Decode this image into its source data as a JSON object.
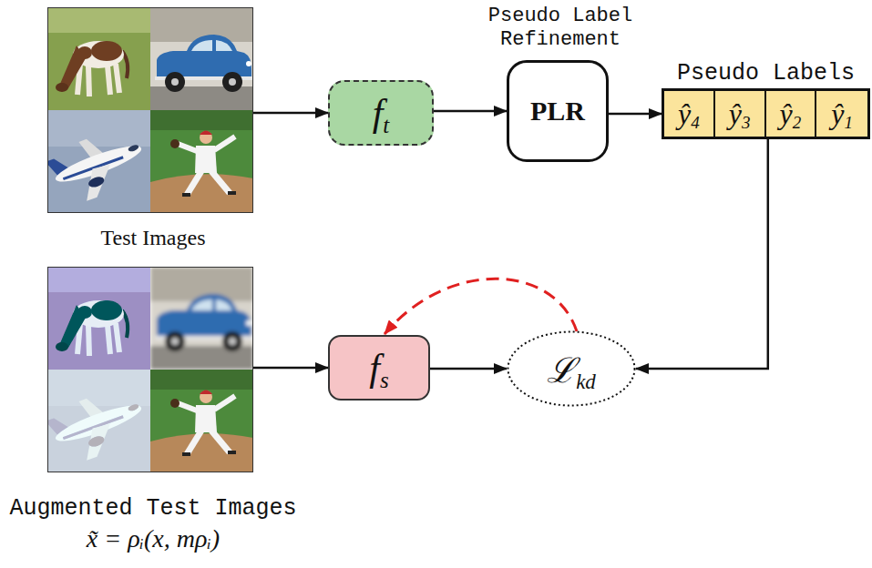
{
  "diagram": {
    "nodes": [
      {
        "text": [
          "Test Images"
        ]
      },
      {
        "text": [
          "f",
          "t"
        ]
      },
      {
        "text": [
          "Pseudo Label Refinement",
          "PLR"
        ]
      },
      {
        "text": [
          "Pseudo Labels"
        ]
      },
      {
        "text": [
          "ŷ",
          "4"
        ],
        "in": 3
      },
      {
        "text": [
          "ŷ",
          "3"
        ],
        "in": 3
      },
      {
        "text": [
          "ŷ",
          "2"
        ],
        "in": 3
      },
      {
        "text": [
          "ŷ",
          "1"
        ],
        "in": 3
      },
      {
        "text": [
          "Augmented Test Images",
          "x̃ = ρᵢ(x, mρᵢ)"
        ]
      },
      {
        "text": [
          "f",
          "s"
        ]
      },
      {
        "text": [
          "ℒ",
          "kd"
        ]
      }
    ],
    "edges": [
      {
        "from": 0,
        "to": 1,
        "arrow": "to"
      },
      {
        "from": 1,
        "to": 2,
        "arrow": "to"
      },
      {
        "from": 2,
        "to": 3,
        "arrow": "to"
      },
      {
        "from": 3,
        "to": 10,
        "arrow": "to"
      },
      {
        "from": 8,
        "to": 9,
        "arrow": "to"
      },
      {
        "from": 9,
        "to": 10,
        "arrow": "to"
      },
      {
        "from": 10,
        "to": 9,
        "arrow": "to"
      }
    ]
  }
}
